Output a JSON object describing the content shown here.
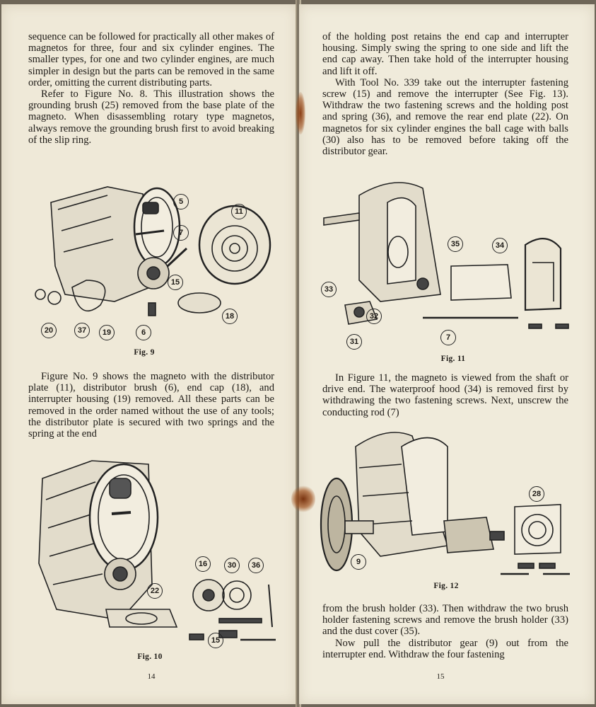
{
  "left_page": {
    "para1": "sequence can be followed for practically all other makes of magnetos for three, four and six cylinder engines. The smaller types, for one and two cylinder engines, are much simpler in design but the parts can be removed in the same order, omitting the current distributing parts.",
    "para2": "Refer to Figure No. 8. This illustration shows the grounding brush (25) removed from the base plate of the magneto. When disassembling rotary type magnetos, always remove the grounding brush first to avoid breaking of the slip ring.",
    "fig9_caption": "Fig. 9",
    "fig9_labels": [
      "5",
      "7",
      "11",
      "15",
      "18",
      "20",
      "37",
      "19",
      "6"
    ],
    "para3": "Figure No. 9 shows the magneto with the distributor plate (11), distributor brush (6), end cap (18), and interrupter housing (19) removed. All these parts can be removed in the order named without the use of any tools; the distributor plate is secured with two springs and the spring at the end",
    "fig10_caption": "Fig. 10",
    "fig10_labels": [
      "16",
      "30",
      "36",
      "22",
      "15"
    ],
    "page_number": "14"
  },
  "right_page": {
    "para1": "of the holding post retains the end cap and interrupter housing. Simply swing the spring to one side and lift the end cap away. Then take hold of the interrupter housing and lift it off.",
    "para2": "With Tool No. 339 take out the interrupter fastening screw (15) and remove the interrupter (See Fig. 13). Withdraw the two fastening screws and the holding post and spring (36), and remove the rear end plate (22). On magnetos for six cylinder engines the ball cage with balls (30) also has to be removed before taking off the distributor gear.",
    "fig11_caption": "Fig. 11",
    "fig11_labels": [
      "35",
      "34",
      "33",
      "32",
      "31",
      "7"
    ],
    "para3": "In Figure 11, the magneto is viewed from the shaft or drive end. The waterproof hood (34) is removed first by withdrawing the two fastening screws. Next, unscrew the conducting rod (7)",
    "fig12_caption": "Fig. 12",
    "fig12_labels": [
      "28",
      "9"
    ],
    "para4": "from the brush holder (33). Then withdraw the two brush holder fastening screws and remove the brush holder (33) and the dust cover (35).",
    "para5": "Now pull the distributor gear (9) out from the interrupter end. Withdraw the four fastening",
    "page_number": "15"
  },
  "colors": {
    "paper": "#efe9d8",
    "ink": "#1d1a16",
    "stain": "#a0521f"
  }
}
